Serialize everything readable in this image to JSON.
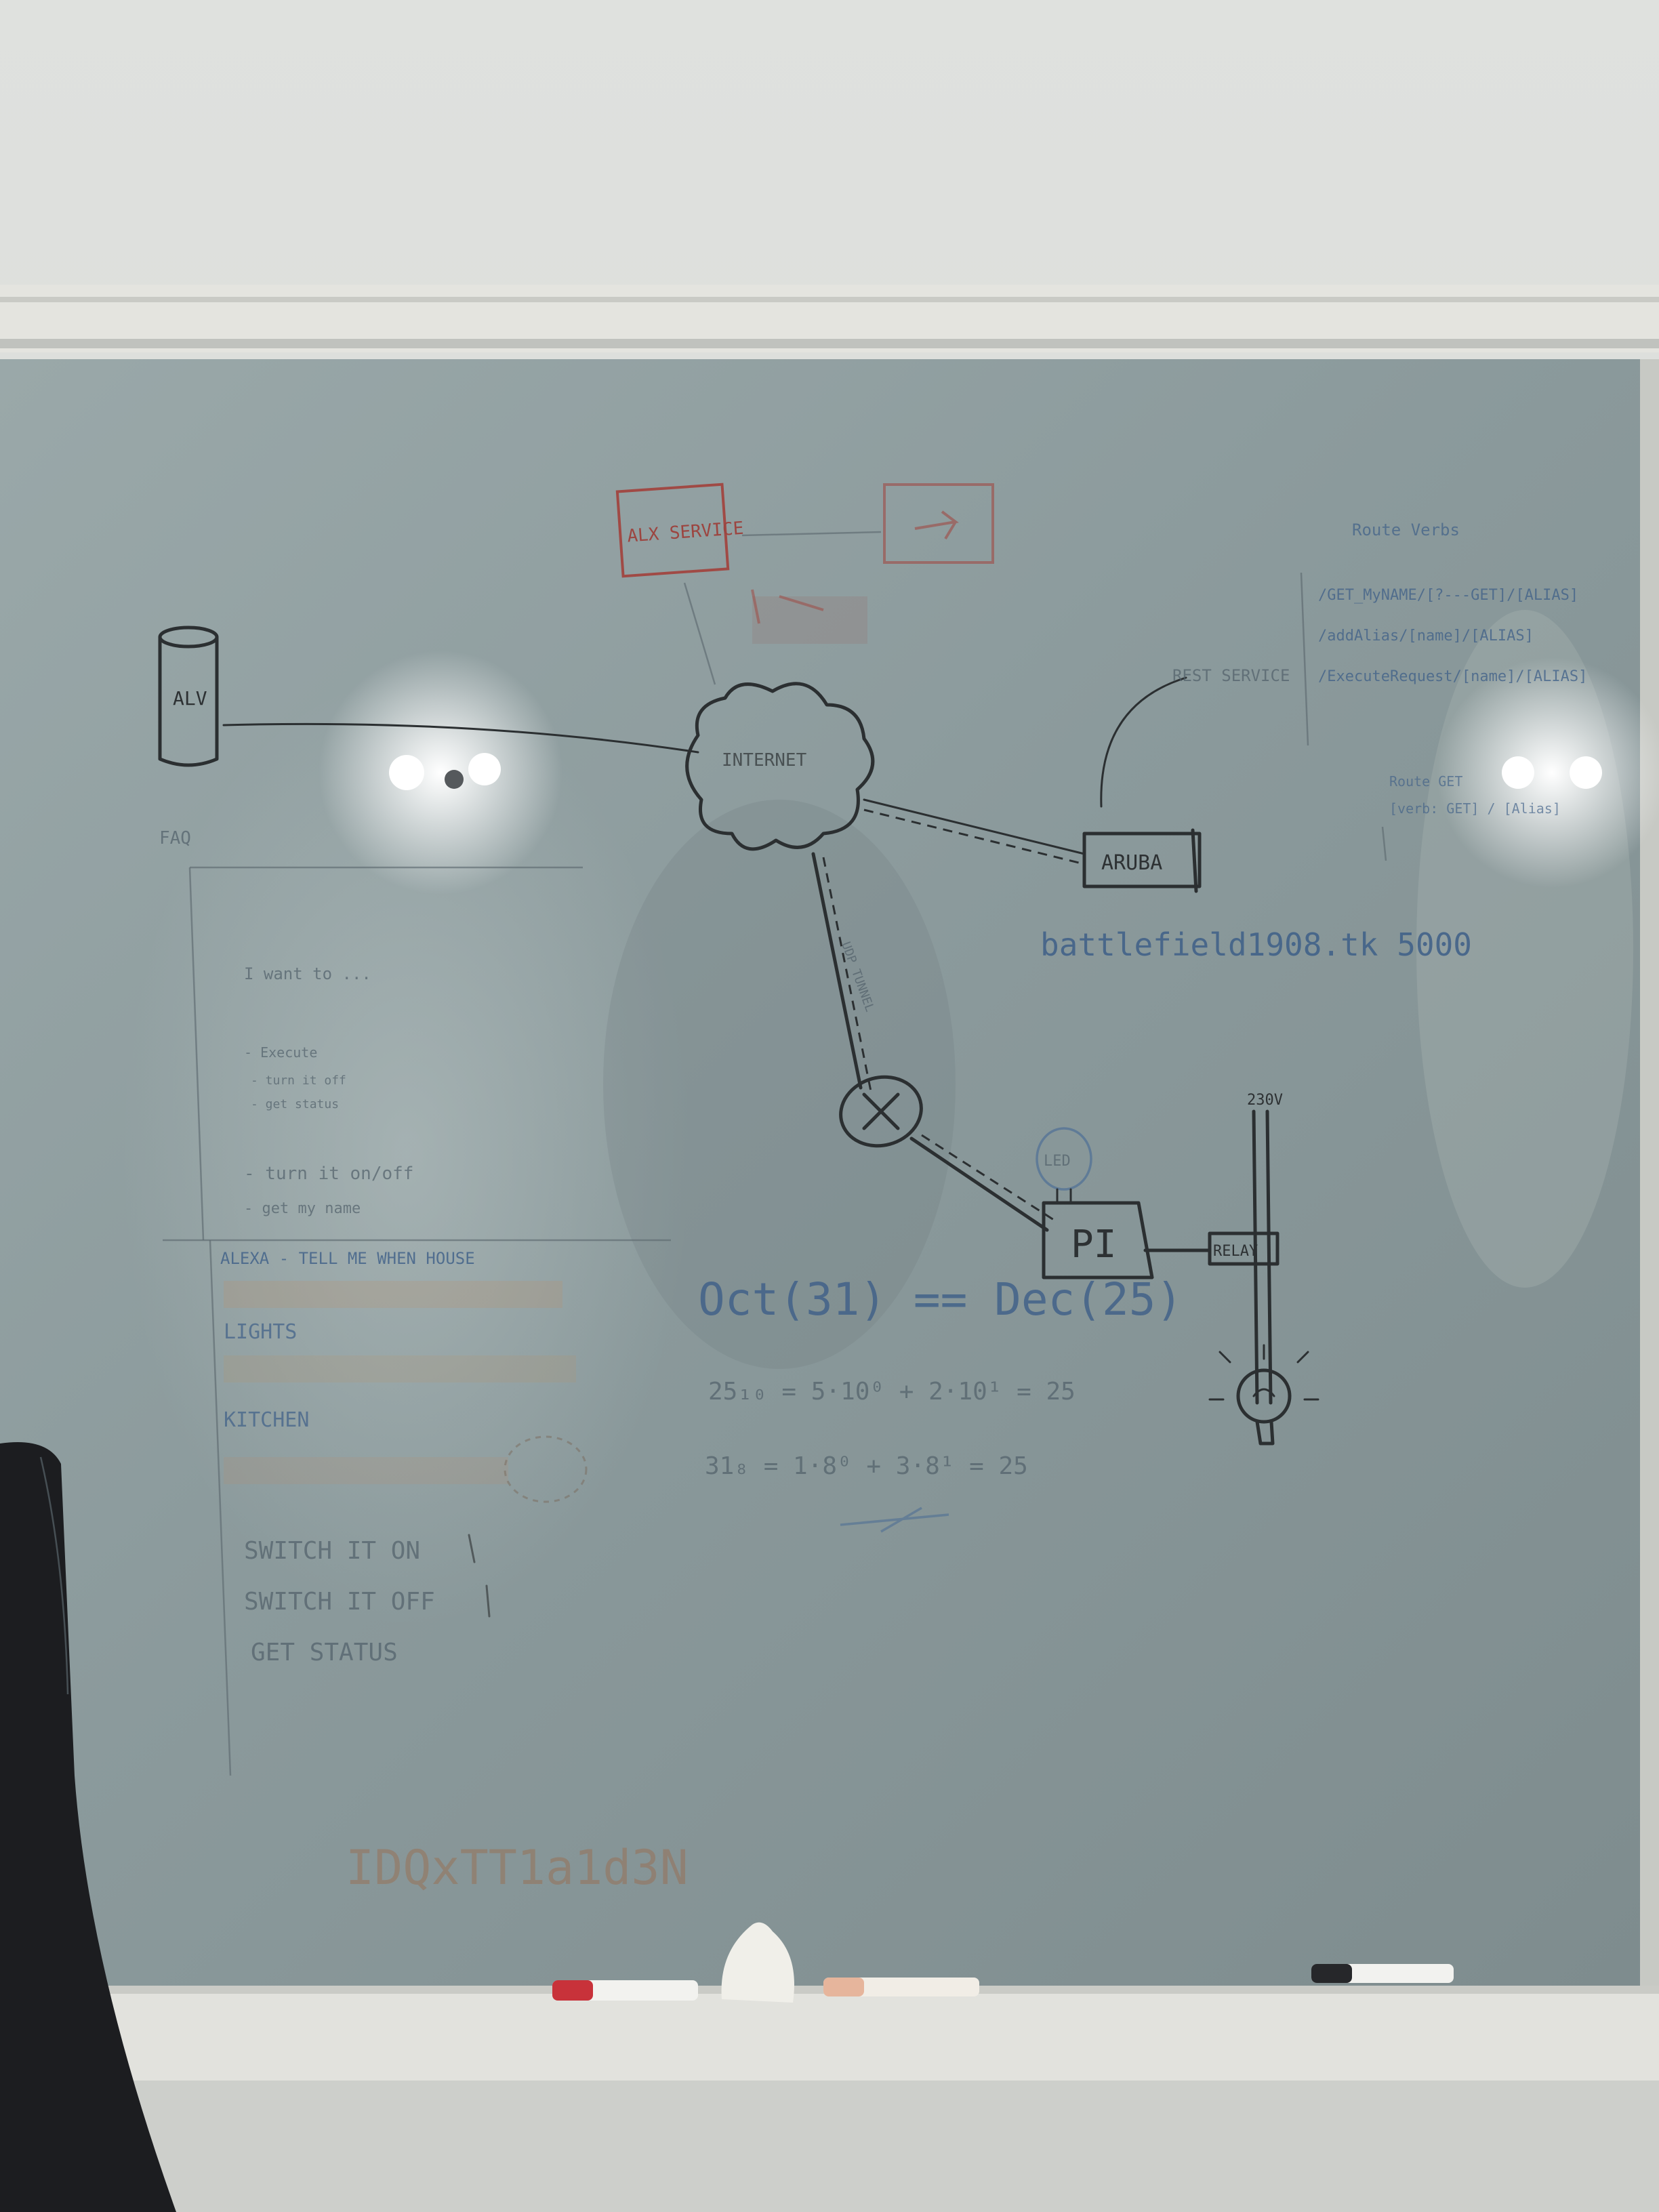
{
  "texts": {
    "db": "ALV",
    "alexa_service": "ALX SERVICE",
    "internet": "INTERNET",
    "rest_service": "REST SERVICE",
    "aruba": "ARUBA",
    "domain": "battlefield1908.tk  5000",
    "router_link": "UDP TUNNEL",
    "pi": "PI",
    "relay": "RELAY",
    "voltage": "230V",
    "led": "LED",
    "equation_main": "Oct(31) == Dec(25)",
    "equation_dec": "25₁₀ = 5·10⁰ + 2·10¹ = 25",
    "equation_oct": "31₈ = 1·8⁰ + 3·8¹ = 25",
    "routes_header": "Route      Verbs",
    "route_1": "/GET_MyNAME/[?---GET]/[ALIAS]",
    "route_2": "/addAlias/[name]/[ALIAS]",
    "route_3": "/ExecuteRequest/[name]/[ALIAS]",
    "route_4": "Route  GET",
    "route_5": "[verb: GET] / [Alias]",
    "faq": "FAQ",
    "left_item_1": "I want to ...",
    "left_item_2": "- Execute",
    "left_item_3": "- turn it off",
    "left_item_4": "- get status",
    "left_item_5": "- turn it on/off",
    "left_item_6": "- get my name",
    "left_header": "ALEXA - TELL ME  WHEN  HOUSE",
    "lights": "LIGHTS",
    "kitchen": "KITCHEN",
    "cmd_on": "SWITCH IT ON",
    "cmd_off": "SWITCH IT OFF",
    "cmd_status": "GET STATUS",
    "bottom_code": "IDQxTT1a1d3N"
  },
  "colors": {
    "wall": "#d7d9d6",
    "frame": "#e6e6e1",
    "glass": "#8a9a9b",
    "marker_black": "#2b2f31",
    "marker_red": "#a04a45",
    "marker_blue": "#4e6f95",
    "marker_orange": "#c58a5a"
  },
  "icons": [
    "database-icon",
    "cloud-icon",
    "router-icon",
    "bulb-icon",
    "lamp-icon",
    "marker-icon",
    "eraser-icon",
    "chair-icon"
  ]
}
